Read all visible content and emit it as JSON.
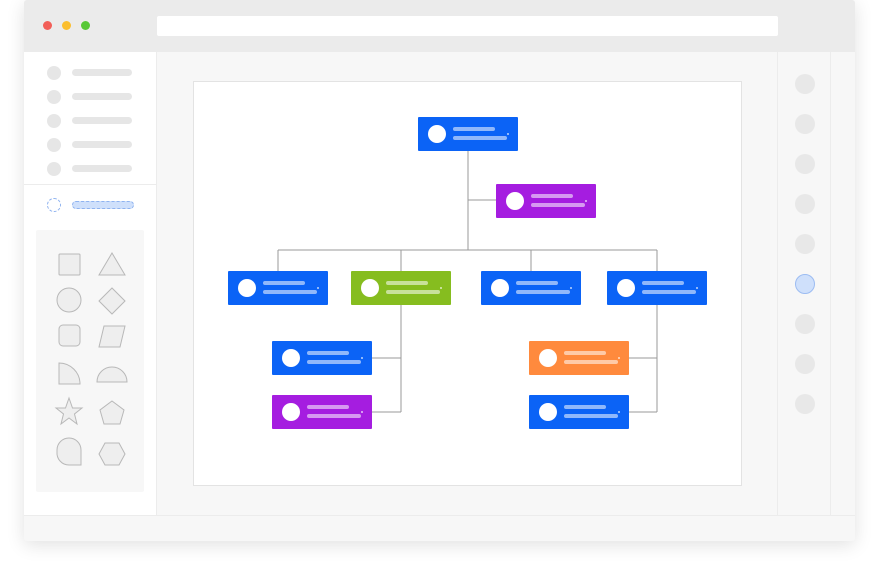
{
  "window": {
    "traffic_lights": {
      "close": "#f25f58",
      "minimize": "#fbbe2e",
      "zoom": "#58c837"
    },
    "address_bar": {
      "value": ""
    }
  },
  "sidebar": {
    "menu_items": 6,
    "active_item_index": 5,
    "shapes": [
      "square",
      "triangle",
      "circle",
      "diamond",
      "rounded-square",
      "parallelogram",
      "quarter-circle",
      "half-circle",
      "star",
      "pentagon",
      "d-shape",
      "hexagon"
    ]
  },
  "org_chart": {
    "colors": {
      "blue": "#0b63f6",
      "purple": "#a51de0",
      "green": "#86bd1f",
      "orange": "#ff8a3d"
    },
    "nodes": [
      {
        "id": "root",
        "color": "blue"
      },
      {
        "id": "assistant",
        "color": "purple"
      },
      {
        "id": "dept-1",
        "color": "blue"
      },
      {
        "id": "dept-2",
        "color": "green"
      },
      {
        "id": "dept-3",
        "color": "blue"
      },
      {
        "id": "dept-4",
        "color": "blue"
      },
      {
        "id": "dept-2-child-1",
        "color": "blue"
      },
      {
        "id": "dept-2-child-2",
        "color": "purple"
      },
      {
        "id": "dept-4-child-1",
        "color": "orange"
      },
      {
        "id": "dept-4-child-2",
        "color": "blue"
      }
    ]
  },
  "right_toolbar": {
    "buttons": 9,
    "active_index": 5
  }
}
